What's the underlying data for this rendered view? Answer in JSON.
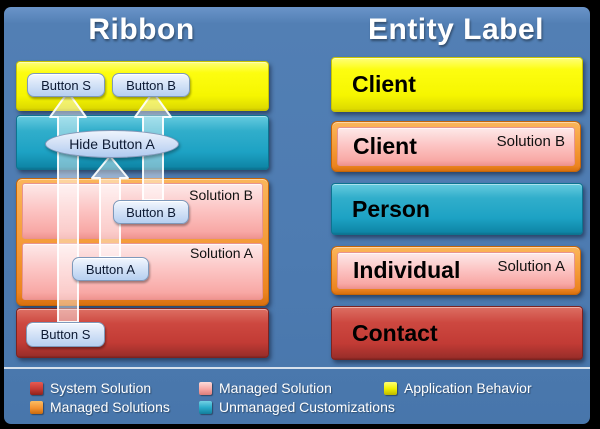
{
  "ribbon": {
    "title": "Ribbon",
    "app_bar": {
      "type": "application-behavior",
      "buttons": [
        "Button S",
        "Button B"
      ]
    },
    "unmanaged_bar": {
      "type": "unmanaged-customizations",
      "ellipse_label": "Hide Button A"
    },
    "managed_container": {
      "type": "managed-solutions",
      "solutions": [
        {
          "label": "Solution B",
          "button": "Button B"
        },
        {
          "label": "Solution A",
          "button": "Button A"
        }
      ]
    },
    "system_bar": {
      "type": "system-solution",
      "button": "Button S"
    }
  },
  "entity": {
    "title": "Entity Label",
    "rows": [
      {
        "label": "Client",
        "type": "application-behavior"
      },
      {
        "label": "Client",
        "annotation": "Solution B",
        "type": "managed-solution"
      },
      {
        "label": "Person",
        "type": "unmanaged-customizations"
      },
      {
        "label": "Individual",
        "annotation": "Solution A",
        "type": "managed-solution"
      },
      {
        "label": "Contact",
        "type": "system-solution"
      }
    ]
  },
  "legend": {
    "items": [
      {
        "label": "System Solution",
        "color": "#C43A33"
      },
      {
        "label": "Managed Solution",
        "color": "#F8A7A4"
      },
      {
        "label": "Application Behavior",
        "color": "#F2F202"
      },
      {
        "label": "Managed Solutions",
        "color": "#F49230"
      },
      {
        "label": "Unmanaged Customizations",
        "color": "#2AABCA"
      }
    ]
  },
  "colors": {
    "background": "#4D7BB1",
    "frame": "#000000",
    "application_behavior": "#F6F600",
    "unmanaged_customizations": "#1DA2C4",
    "managed_solutions_frame": "#F49936",
    "managed_solution": "#FCC6C5",
    "system_solution": "#C23B35",
    "button_face": "#D9E6F8",
    "arrow": "#FFFFFF"
  }
}
